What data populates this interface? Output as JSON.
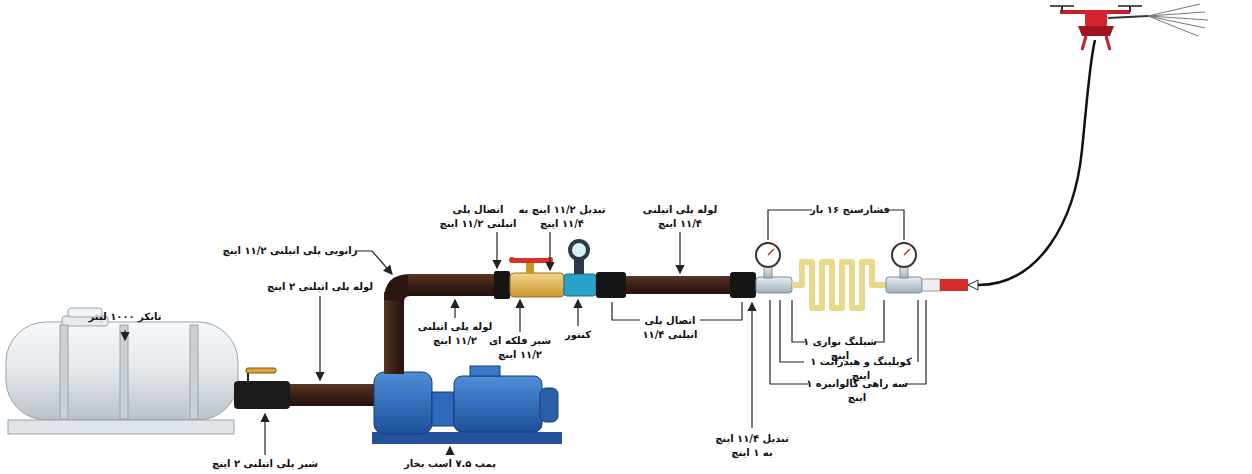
{
  "diagram": {
    "labels": [
      "تانکر ۱۰۰۰ لیتر",
      "لوله پلی اتیلنی ۲ اینچ",
      "شیر پلی اتیلنی ۲ اینچ",
      "پمپ ۷.۵ اسب بخار",
      "زانویی پلی اتیلنی ۱۱/۲ اینچ",
      "لوله پلی اتیلنی ۱۱/۲ اینچ",
      "اتصال پلی اتیلنی ۱۱/۲ اینچ",
      "تبدیل ۱۱/۲ اینچ به ۱۱/۴ اینچ",
      "شیر فلکه ای ۱۱/۲ اینچ",
      "کنتور",
      "لوله پلی اتیلنی ۱۱/۴ اینچ",
      "اتصال پلی اتیلنی ۱۱/۴",
      "فشارسنج ۱۶ بار",
      "شیلنگ نواری ۱ اینچ",
      "کوپلینگ و هیدرانت ۱ اینچ",
      "سه راهی گالوانیزه ۱ اینچ",
      "تبدیل ۱۱/۴ اینچ به ۱ اینچ"
    ]
  }
}
